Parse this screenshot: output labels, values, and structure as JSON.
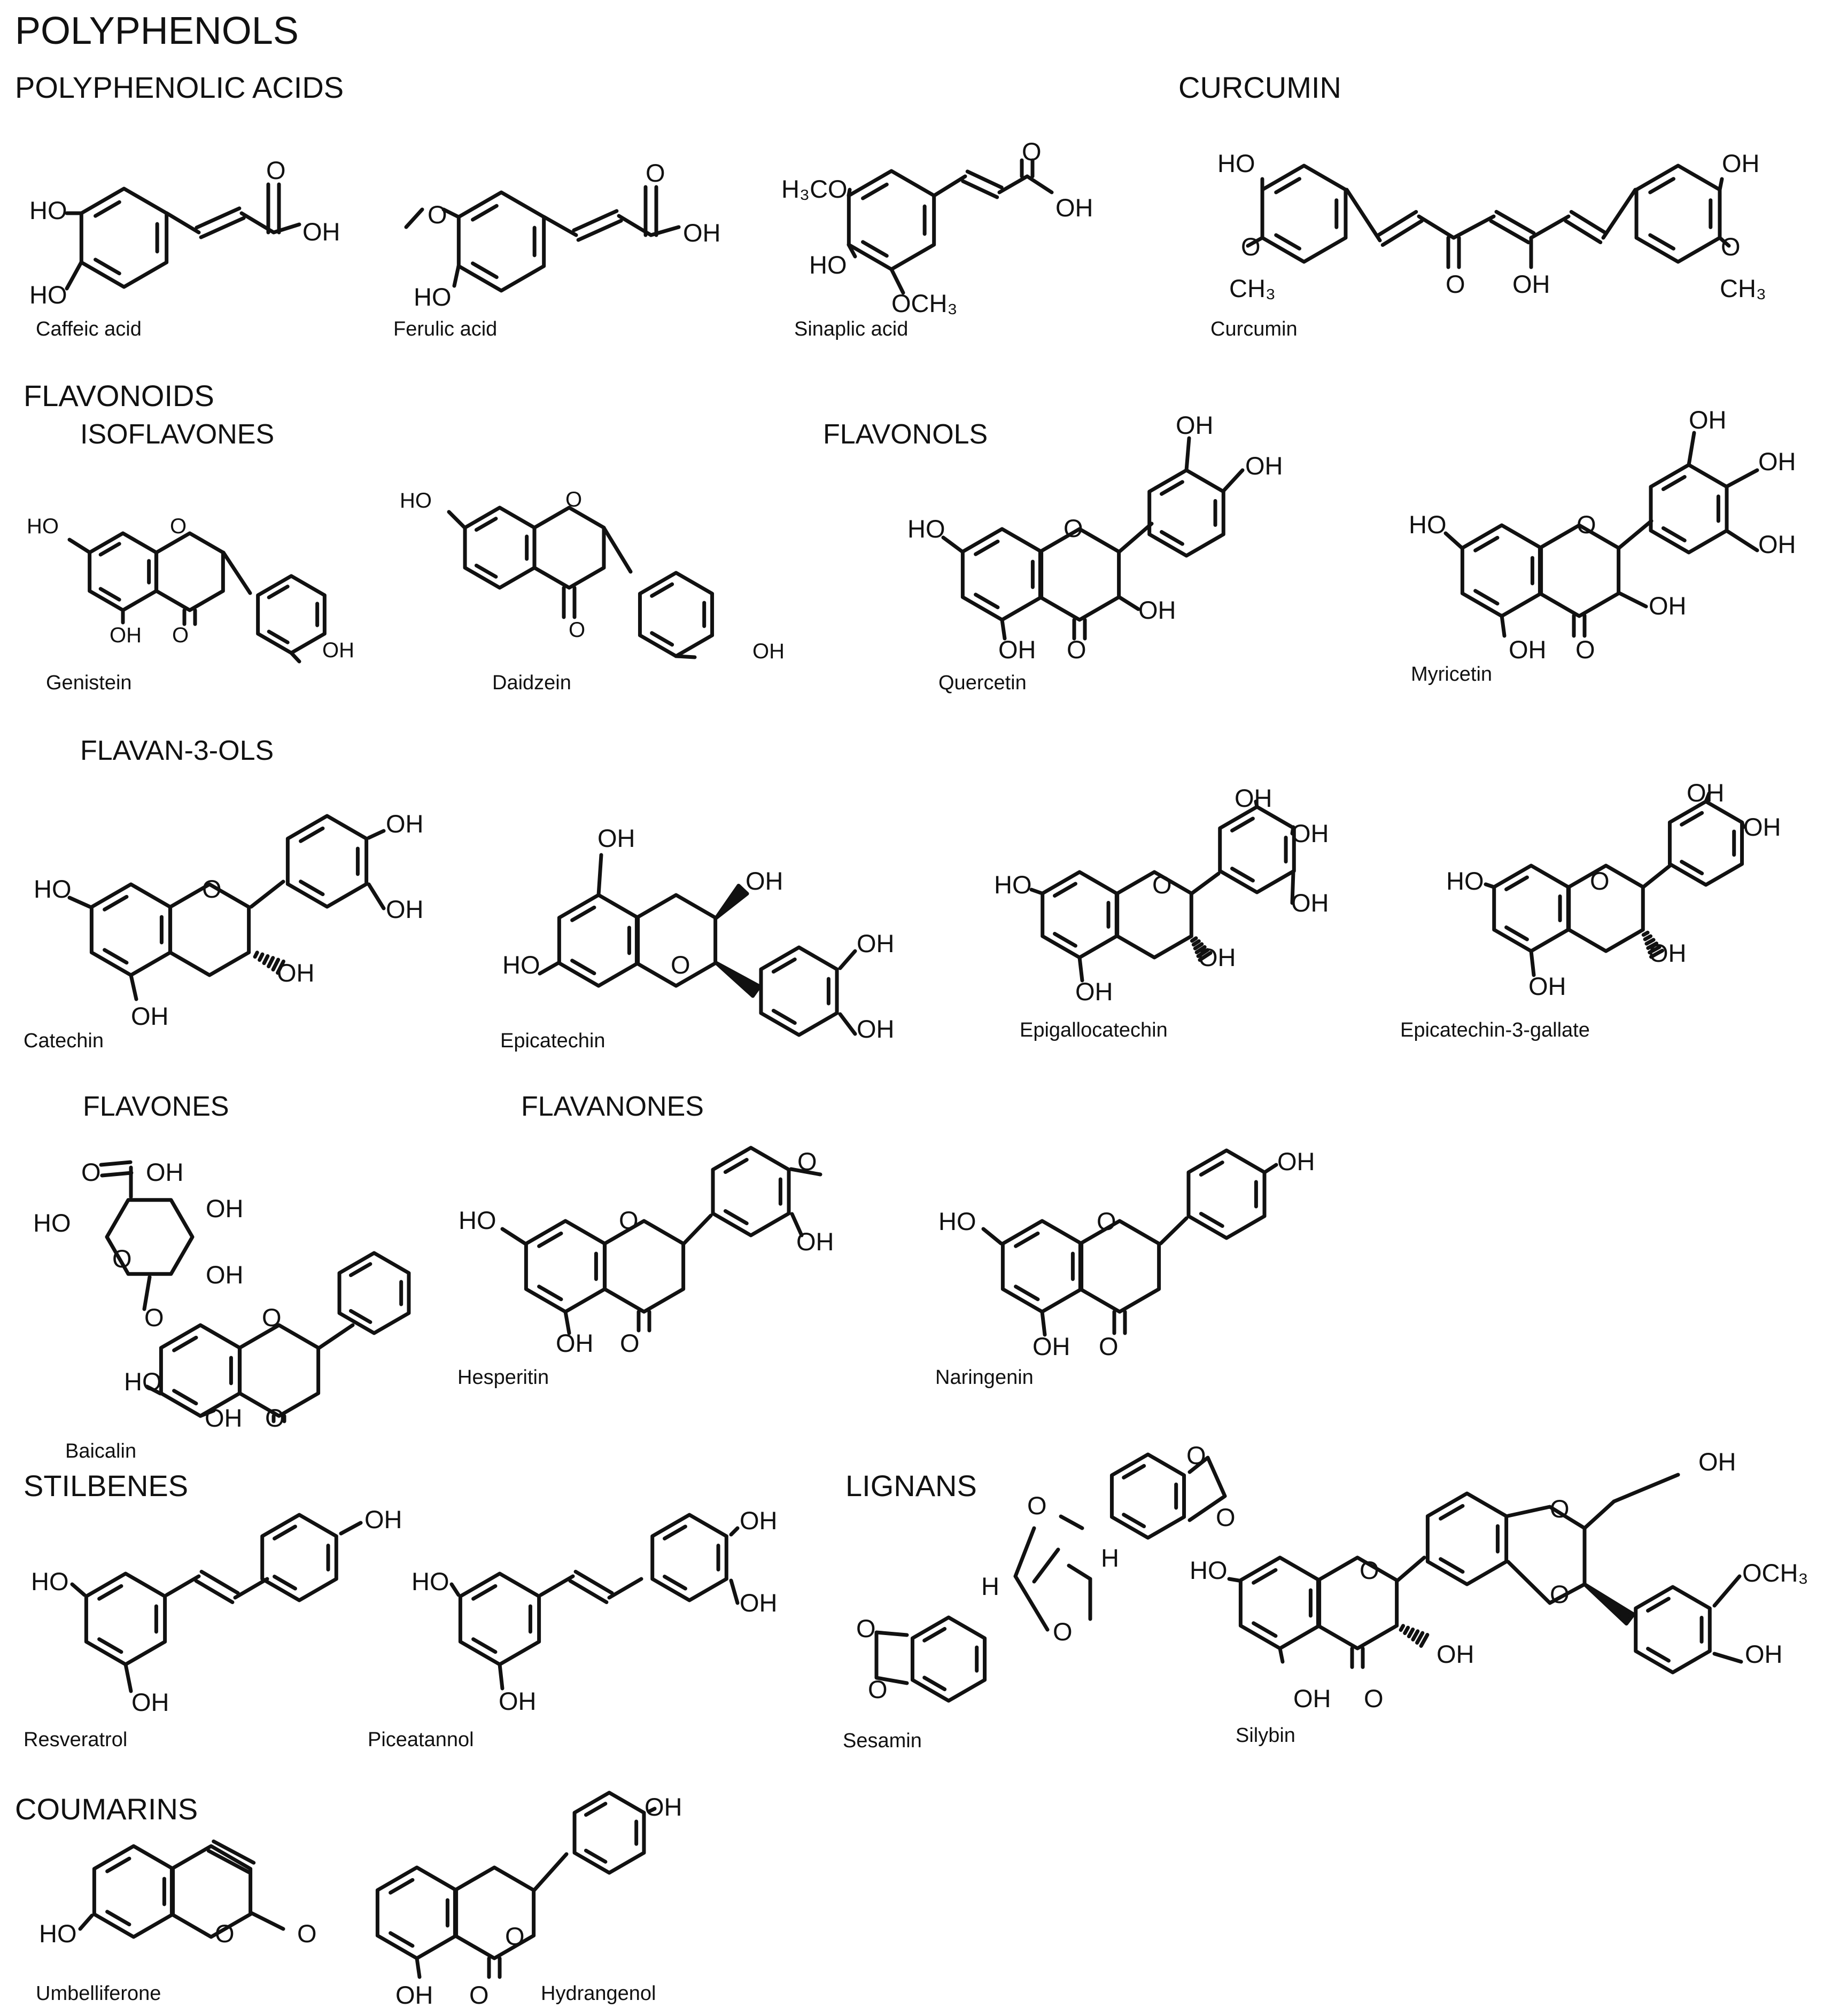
{
  "title": "POLYPHENOLS",
  "sections": {
    "polyphenolic_acids": "POLYPHENOLIC ACIDS",
    "curcumin": "CURCUMIN",
    "flavonoids": "FLAVONOIDS",
    "isoflavones": "ISOFLAVONES",
    "flavonols": "FLAVONOLS",
    "flavan3ols": "FLAVAN-3-OLS",
    "flavones": "FLAVONES",
    "flavanones": "FLAVANONES",
    "stilbenes": "STILBENES",
    "lignans": "LIGNANS",
    "coumarins": "COUMARINS"
  },
  "compounds": {
    "caffeic_acid": "Caffeic acid",
    "ferulic_acid": "Ferulic acid",
    "sinaplic_acid": "Sinaplic acid",
    "curcumin": "Curcumin",
    "genistein": "Genistein",
    "daidzein": "Daidzein",
    "quercetin": "Quercetin",
    "myricetin": "Myricetin",
    "catechin": "Catechin",
    "epicatechin": "Epicatechin",
    "epigallocatechin": "Epigallocatechin",
    "epicatechin_3_gallate": "Epicatechin-3-gallate",
    "baicalin": "Baicalin",
    "hesperitin": "Hesperitin",
    "naringenin": "Naringenin",
    "resveratrol": "Resveratrol",
    "piceatannol": "Piceatannol",
    "sesamin": "Sesamin",
    "silybin": "Silybin",
    "umbelliferone": "Umbelliferone",
    "hydrangenol": "Hydrangenol"
  },
  "atoms": {
    "oh": "OH",
    "ho": "HO",
    "o": "O",
    "h": "H",
    "och3": "OCH₃",
    "h3co": "H₃CO",
    "ch3": "CH₃"
  }
}
